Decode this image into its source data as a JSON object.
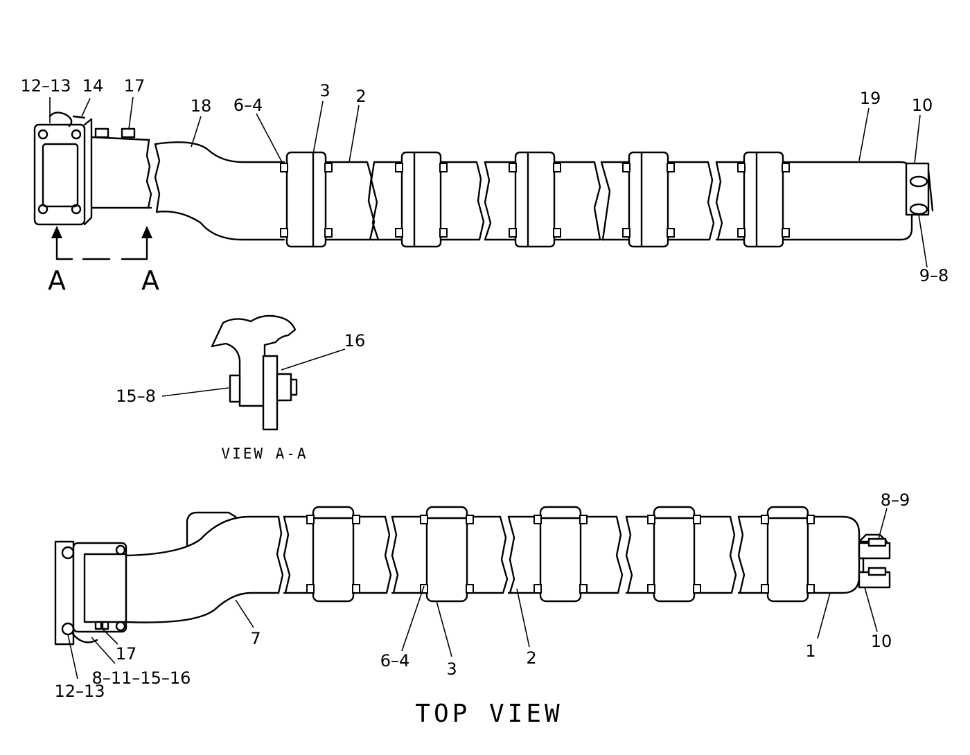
{
  "diagram": {
    "top_assembly_callouts": {
      "c12_13": "12–13",
      "c14": "14",
      "c17": "17",
      "c18": "18",
      "c6_4": "6–4",
      "c3": "3",
      "c2": "2",
      "c19": "19",
      "c10": "10",
      "c9_8": "9–8"
    },
    "section_markers": {
      "left": "A",
      "right": "A"
    },
    "view_aa": {
      "caption": "VIEW A-A",
      "c16": "16",
      "c15_8": "15–8"
    },
    "bottom_assembly_callouts": {
      "c8_9": "8–9",
      "c17": "17",
      "c8_11_15_16": "8–11–15–16",
      "c12_13": "12–13",
      "c7": "7",
      "c6_4": "6–4",
      "c3": "3",
      "c2": "2",
      "c1": "1",
      "c10": "10"
    },
    "view_title": "TOP VIEW"
  }
}
